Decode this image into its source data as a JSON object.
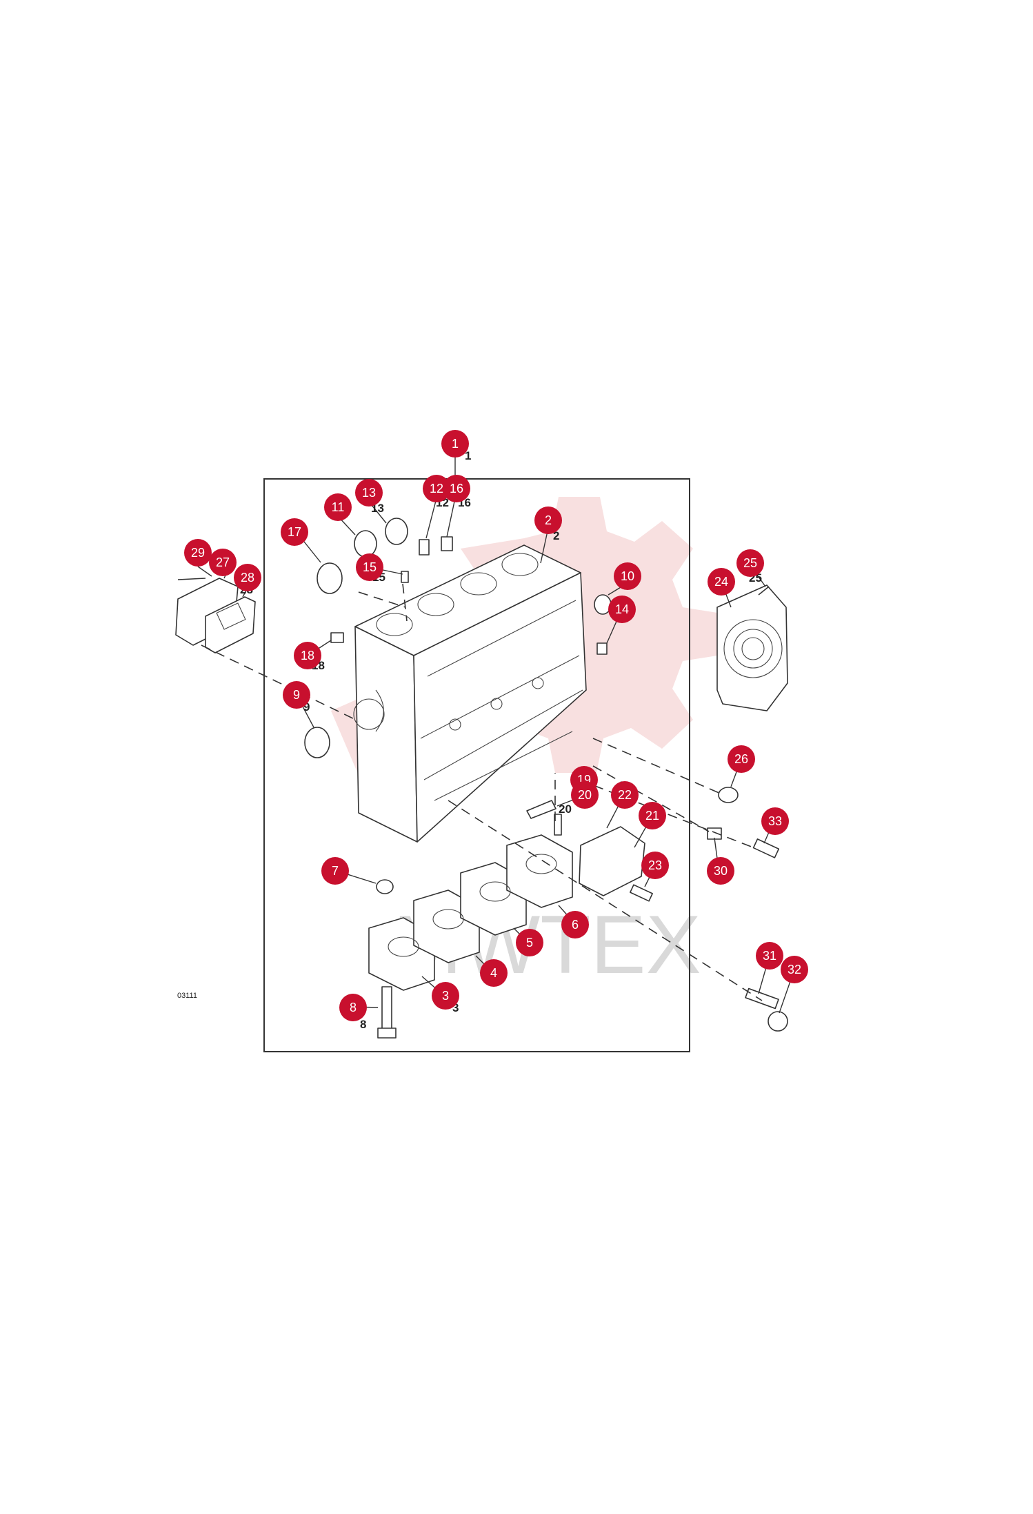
{
  "figure_id": "03111",
  "watermark": "MWTEX",
  "colors": {
    "callout_fill": "#c8102e",
    "callout_text": "#ffffff",
    "line": "#333333",
    "watermark_gear": "#f2c6c6"
  },
  "callouts": [
    "1",
    "2",
    "3",
    "4",
    "5",
    "6",
    "7",
    "8",
    "9",
    "10",
    "11",
    "12",
    "13",
    "14",
    "15",
    "16",
    "17",
    "18",
    "19",
    "20",
    "21",
    "22",
    "23",
    "24",
    "25",
    "26",
    "27",
    "28",
    "29",
    "30",
    "31",
    "32",
    "33"
  ]
}
